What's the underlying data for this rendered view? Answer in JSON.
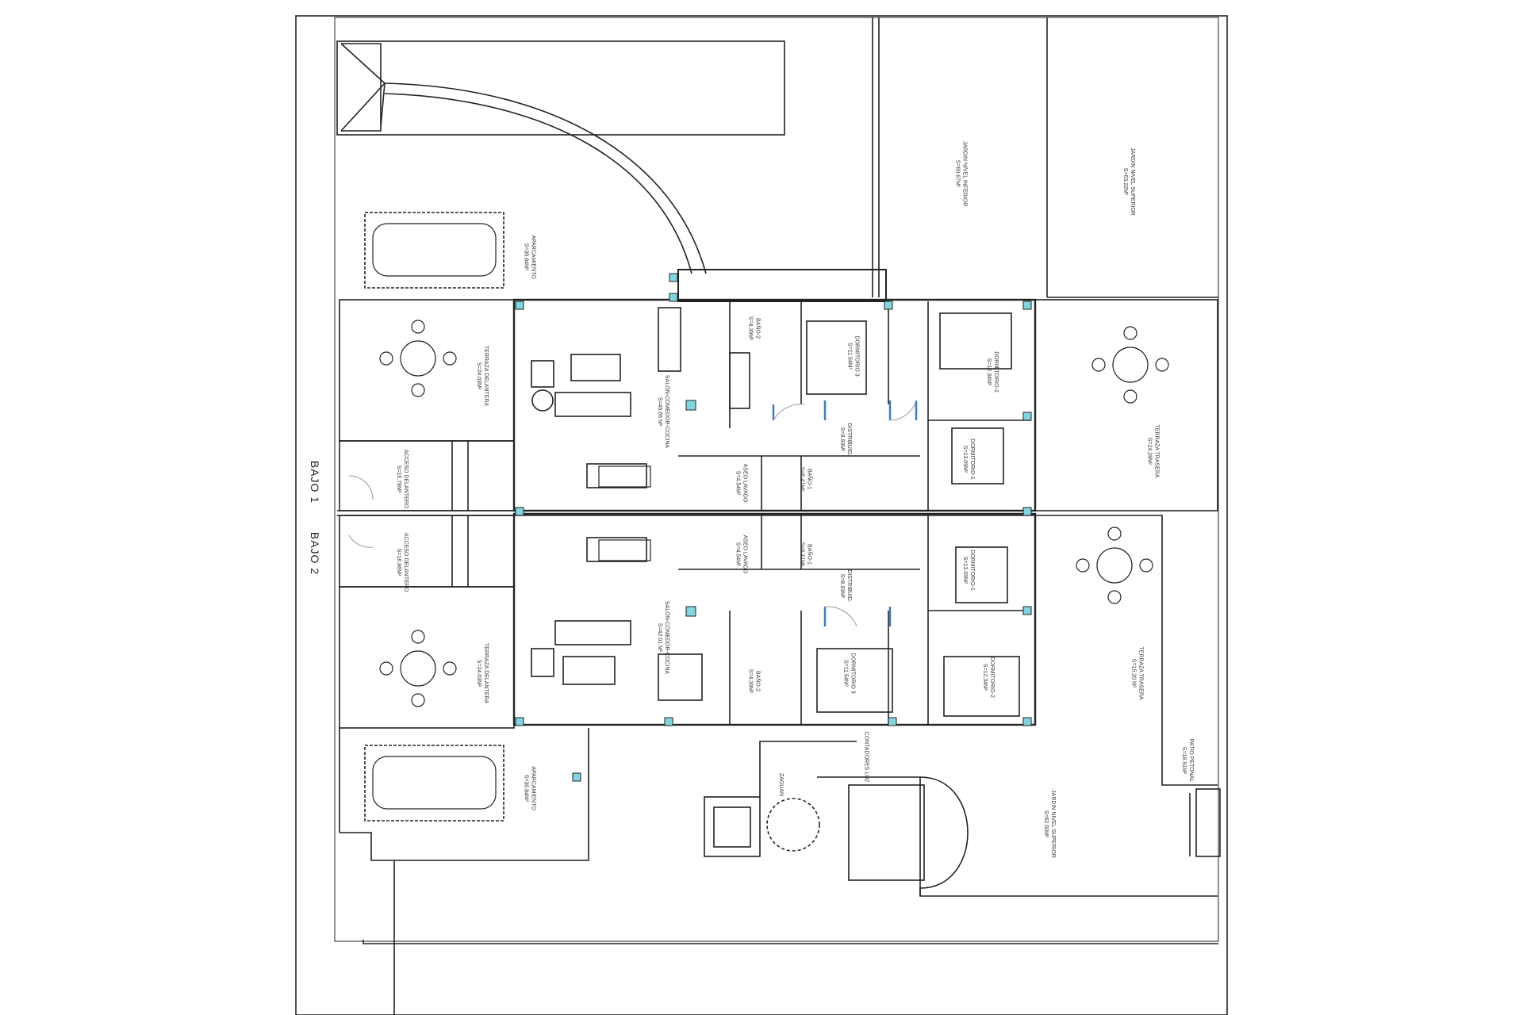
{
  "plan": {
    "units": [
      {
        "id": "bajo1",
        "label": "BAJO 1"
      },
      {
        "id": "bajo2",
        "label": "BAJO 2"
      }
    ],
    "rooms": [
      {
        "id": "jardin-inferior",
        "name": "JARDIN NIVEL INFERIOR",
        "area": "S=60.67M²"
      },
      {
        "id": "jardin-superior",
        "name": "JARDIN NIVEL SUPERIOR",
        "area": "S=63.22M²"
      },
      {
        "id": "aparcamiento-1",
        "name": "APARCAMIENTO",
        "area": "S=30.84M²"
      },
      {
        "id": "terraza-delantera-1",
        "name": "TERRAZA DELANTERA",
        "area": "S=24.03M²"
      },
      {
        "id": "acceso-delantero-1",
        "name": "ACCESO DELANTERO",
        "area": "S=16.78M²"
      },
      {
        "id": "salon-1",
        "name": "SALÓN-COMEDOR-COCINA",
        "area": "S=45.65 M²"
      },
      {
        "id": "bano-2-1",
        "name": "BAÑO-2",
        "area": "S=4.39M²"
      },
      {
        "id": "dormitorio-3-1",
        "name": "DORMITORIO 3",
        "area": "S=11.54M²"
      },
      {
        "id": "dormitorio-2-1",
        "name": "DORMITORIO-2",
        "area": "S=12.34M²"
      },
      {
        "id": "distribuidor-1",
        "name": "DISTRIBUID.",
        "area": "S=8.93M²"
      },
      {
        "id": "dormitorio-1-1",
        "name": "DORMITORIO-1",
        "area": "S=13.09M²"
      },
      {
        "id": "aseo-1",
        "name": "ASEO LAVADO",
        "area": "S=4.54M²"
      },
      {
        "id": "bano-1-1",
        "name": "BAÑO-1",
        "area": "S=6.41M²"
      },
      {
        "id": "terraza-trasera-1",
        "name": "TERRAZA TRASERA",
        "area": "S=24.28M²"
      },
      {
        "id": "acceso-delantero-2",
        "name": "ACCESO DELANTERO",
        "area": "S=16.86M²"
      },
      {
        "id": "aseo-2",
        "name": "ASEO LAVADO",
        "area": "S=4.54M²"
      },
      {
        "id": "bano-1-2",
        "name": "BAÑO-1",
        "area": "S=6.41M²"
      },
      {
        "id": "distribuidor-2",
        "name": "DISTRIBUID.",
        "area": "S=8.93M²"
      },
      {
        "id": "dormitorio-1-2",
        "name": "DORMITORIO-1",
        "area": "S=13.09M²"
      },
      {
        "id": "salon-2",
        "name": "SALÓN-COMEDOR-COCINA",
        "area": "S=42.01 M²"
      },
      {
        "id": "terraza-delantera-2",
        "name": "TERRAZA DELANTERA",
        "area": "S=24.03M²"
      },
      {
        "id": "bano-2-2",
        "name": "BAÑO-2",
        "area": "S=4.39M²"
      },
      {
        "id": "dormitorio-3-2",
        "name": "DORMITORIO 3",
        "area": "S=11.54M²"
      },
      {
        "id": "dormitorio-2-2",
        "name": "DORMITORIO-2",
        "area": "S=12.34M²"
      },
      {
        "id": "terraza-trasera-2",
        "name": "TERRAZA TRASERA",
        "area": "S=15.20 M²"
      },
      {
        "id": "aparcamiento-2",
        "name": "APARCAMIENTO",
        "area": "S=30.84M²"
      },
      {
        "id": "zaguan",
        "name": "ZAGUAN",
        "area": ""
      },
      {
        "id": "contadores",
        "name": "CONTADORES LUZ",
        "area": ""
      },
      {
        "id": "jardin-superior-2",
        "name": "JARDIN NIVEL SUPERIOR",
        "area": "S=62.50M²"
      },
      {
        "id": "patio-peatonal",
        "name": "PATIO PETONAL",
        "area": "S=18.91M²"
      }
    ]
  },
  "colors": {
    "line": "#222222",
    "accent": "#7fd6e0",
    "door": "#3a7bc8"
  }
}
